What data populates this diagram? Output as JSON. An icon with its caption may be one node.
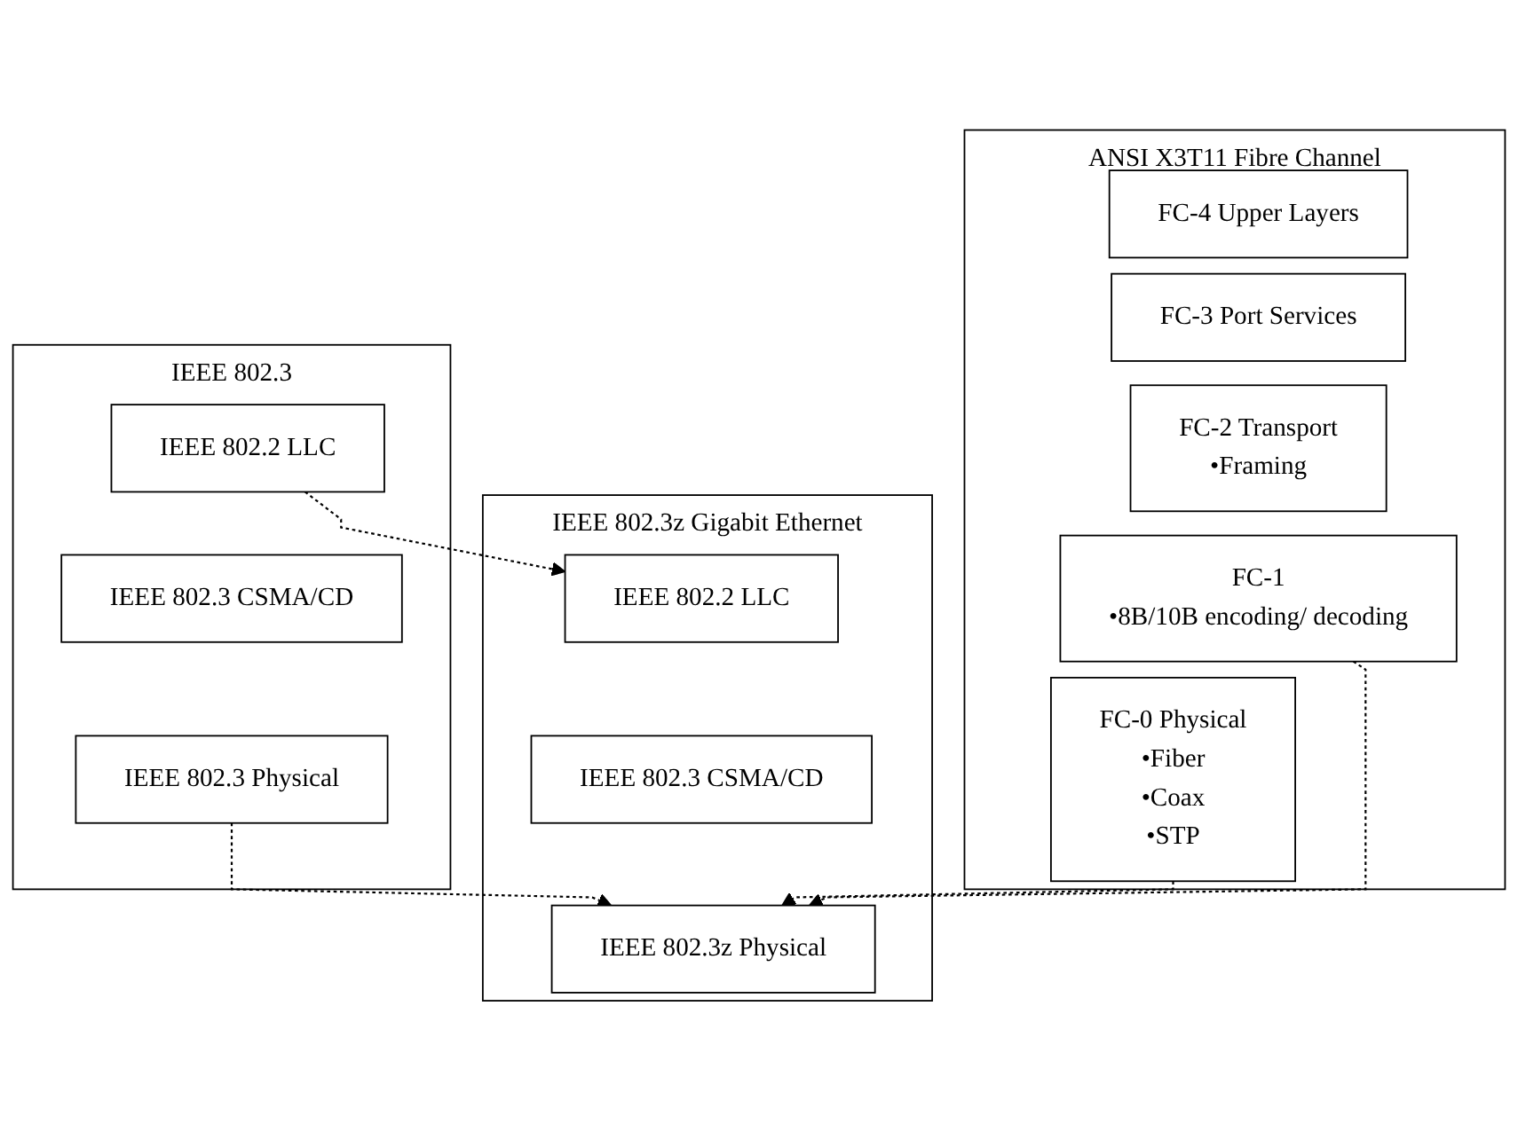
{
  "diagram": {
    "nodes": [
      {
        "text": [
          "IEEE 802.3"
        ]
      },
      {
        "text": [
          "IEEE 802.2 LLC"
        ],
        "in": 0
      },
      {
        "text": [
          "IEEE 802.3 CSMA/CD"
        ],
        "in": 0
      },
      {
        "text": [
          "IEEE 802.3 Physical"
        ],
        "in": 0
      },
      {
        "text": [
          "IEEE 802.3z Gigabit Ethernet"
        ]
      },
      {
        "text": [
          "IEEE 802.2 LLC"
        ],
        "in": 4
      },
      {
        "text": [
          "IEEE 802.3 CSMA/CD"
        ],
        "in": 4
      },
      {
        "text": [
          "IEEE 802.3z Physical"
        ],
        "in": 4
      },
      {
        "text": [
          "ANSI X3T11 Fibre Channel"
        ]
      },
      {
        "text": [
          "FC-4 Upper Layers"
        ],
        "in": 8
      },
      {
        "text": [
          "FC-3 Port Services"
        ],
        "in": 8
      },
      {
        "text": [
          "FC-2 Transport",
          "•Framing"
        ],
        "in": 8
      },
      {
        "text": [
          "FC-1",
          "•8B/10B encoding/ decoding"
        ],
        "in": 8
      },
      {
        "text": [
          "FC-0 Physical",
          "•Fiber",
          "•Coax",
          "•STP"
        ],
        "in": 8
      }
    ],
    "edges": [
      {
        "from": 1,
        "to": 5,
        "arrow": "to",
        "style": "dashed"
      },
      {
        "from": 3,
        "to": 7,
        "arrow": "to",
        "style": "dashed"
      },
      {
        "from": 12,
        "to": 7,
        "arrow": "to",
        "style": "dashed"
      },
      {
        "from": 13,
        "to": 7,
        "arrow": "to",
        "style": "dashed"
      }
    ]
  }
}
